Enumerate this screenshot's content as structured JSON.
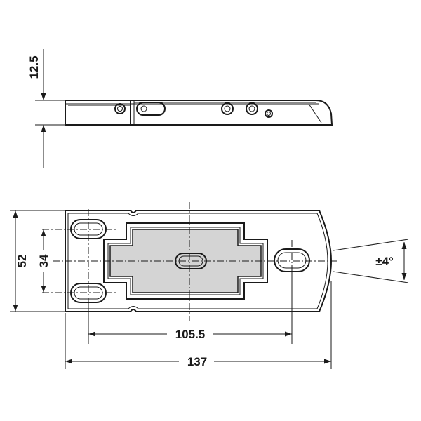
{
  "dimensions": {
    "thickness": "12.5",
    "width": "52",
    "hole_spacing": "34",
    "hole_distance": "105.5",
    "length": "137",
    "angle": "±4°"
  },
  "colors": {
    "line": "#1a1a1a",
    "insert_fill": "#d4d4d4",
    "background": "#ffffff"
  }
}
